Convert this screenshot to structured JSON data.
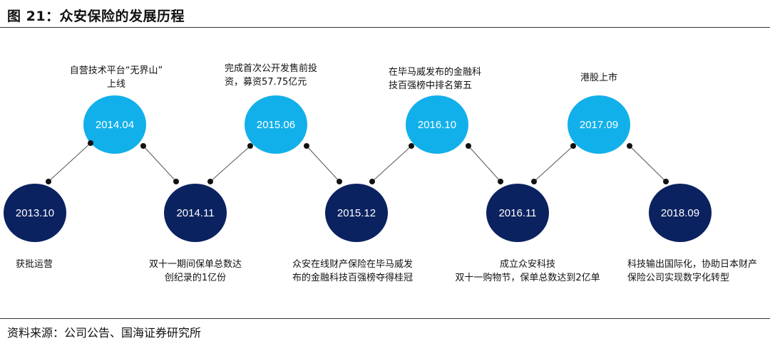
{
  "title": "图 21：众安保险的发展历程",
  "source": "资料来源：公司公告、国海证券研究所",
  "colors": {
    "upper_node": "#12b0ea",
    "lower_node": "#0b2260",
    "connector": "#555555"
  },
  "milestones": [
    {
      "date": "2013.10",
      "position": "lower",
      "text": [
        "获批运营"
      ]
    },
    {
      "date": "2014.04",
      "position": "upper",
      "text": [
        "自营技术平台“无界山”",
        "上线"
      ]
    },
    {
      "date": "2014.11",
      "position": "lower",
      "text": [
        "双十一期间保单总数达",
        "创纪录的1亿份"
      ]
    },
    {
      "date": "2015.06",
      "position": "upper",
      "text": [
        "完成首次公开发售前投",
        "资，募资57.75亿元"
      ]
    },
    {
      "date": "2015.12",
      "position": "lower",
      "text": [
        "众安在线财产保险在毕马威发",
        "布的金融科技百强榜夺得桂冠"
      ]
    },
    {
      "date": "2016.10",
      "position": "upper",
      "text": [
        "在毕马威发布的金融科",
        "技百强榜中排名第五"
      ]
    },
    {
      "date": "2016.11",
      "position": "lower",
      "text": [
        "成立众安科技",
        "双十一购物节，保单总数达到2亿单"
      ]
    },
    {
      "date": "2017.09",
      "position": "upper",
      "text": [
        "港股上市"
      ]
    },
    {
      "date": "2018.09",
      "position": "lower",
      "text": [
        "科技输出国际化，协助日本财产",
        "保险公司实现数字化转型"
      ]
    }
  ]
}
